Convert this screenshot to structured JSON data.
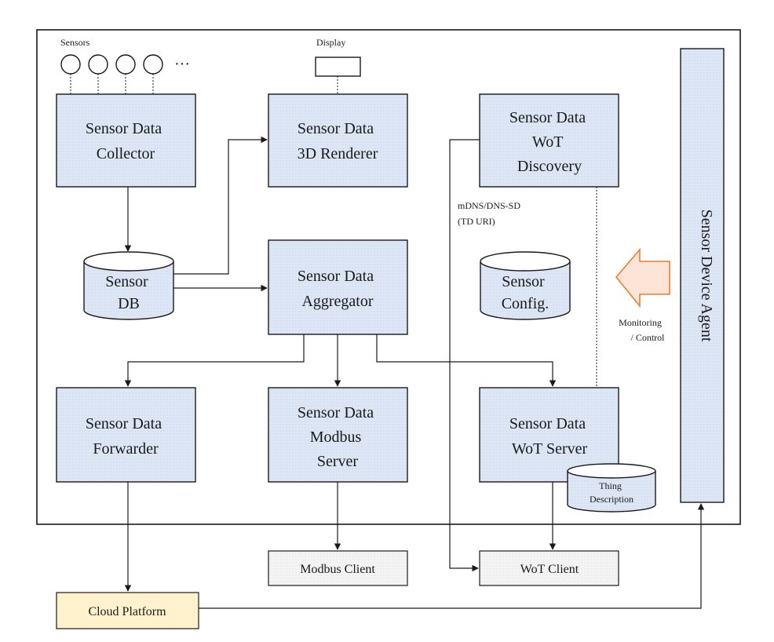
{
  "labels": {
    "sensors": "Sensors",
    "ellipsis": "···",
    "display": "Display",
    "collector": [
      "Sensor Data",
      "Collector"
    ],
    "renderer": [
      "Sensor Data",
      "3D Renderer"
    ],
    "discovery": [
      "Sensor Data",
      "WoT",
      "Discovery"
    ],
    "sensor_db": [
      "Sensor",
      "DB"
    ],
    "aggregator": [
      "Sensor Data",
      "Aggregator"
    ],
    "sensor_config": [
      "Sensor",
      "Config."
    ],
    "forwarder": [
      "Sensor Data",
      "Forwarder"
    ],
    "modbus_server": [
      "Sensor Data",
      "Modbus",
      "Server"
    ],
    "wot_server": [
      "Sensor Data",
      "WoT Server"
    ],
    "thing_description": [
      "Thing",
      "Description"
    ],
    "device_agent": "Sensor Device Agent",
    "mdns": [
      "mDNS/DNS-SD",
      "(TD URI)"
    ],
    "monitoring": [
      "Monitoring",
      "/ Control"
    ],
    "modbus_client": "Modbus Client",
    "wot_client": "WoT Client",
    "cloud_platform": "Cloud Platform"
  },
  "colors": {
    "component_fill": "#dce6f5",
    "cylinder_fill": "#dce6f5",
    "client_fill": "#f2f2f2",
    "cloud_fill": "#fff2cc",
    "arrow_outline": "#ed7d31",
    "arrow_fill": "#fce4d6",
    "stroke": "#1a1a1a"
  }
}
